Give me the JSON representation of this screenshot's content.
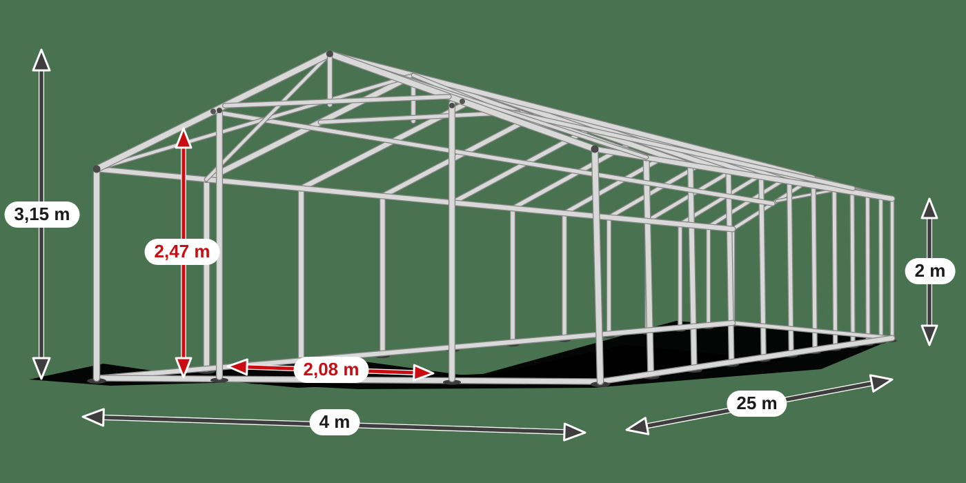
{
  "diagram": {
    "background_color": "#497250",
    "frame_color": "#D9D9D9",
    "frame_edge_color": "#868686",
    "joint_color": "#4A4A4A",
    "shadow_color": "#000000",
    "dimension_colors": {
      "primary": "#3E3E3E",
      "accent": "#C90D12",
      "pill_background": "#FFFFFF"
    },
    "dimensions": {
      "total_height": {
        "label": "3,15 m",
        "value": "3,15",
        "unit": "m",
        "style": "dark"
      },
      "entrance_height": {
        "label": "2,47 m",
        "value": "2,47",
        "unit": "m",
        "style": "red"
      },
      "entrance_width": {
        "label": "2,08 m",
        "value": "2,08",
        "unit": "m",
        "style": "red"
      },
      "side_wall_height": {
        "label": "2 m",
        "value": "2",
        "unit": "m",
        "style": "dark"
      },
      "width": {
        "label": "4 m",
        "value": "4",
        "unit": "m",
        "style": "dark"
      },
      "length": {
        "label": "25 m",
        "value": "25",
        "unit": "m",
        "style": "dark"
      }
    }
  }
}
